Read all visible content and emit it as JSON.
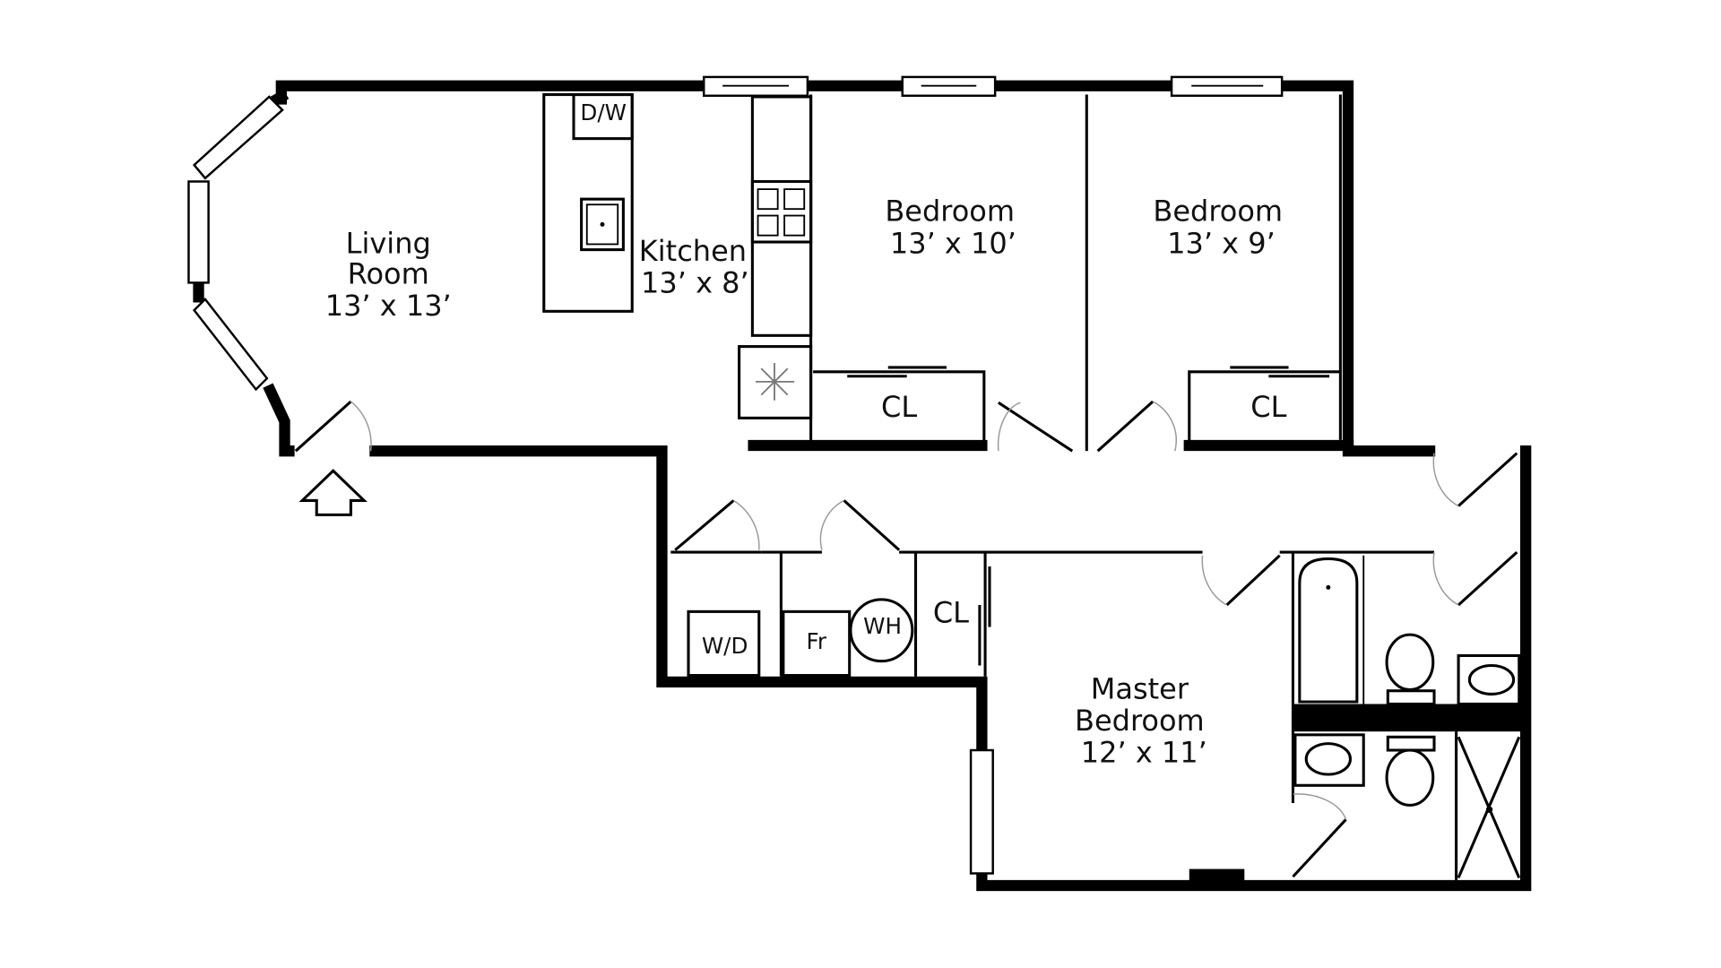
{
  "rooms": {
    "living": {
      "name1": "Living",
      "name2": "Room",
      "size": "13’ x 13’"
    },
    "kitchen": {
      "name": "Kitchen",
      "size": "13’ x 8’"
    },
    "bedroom1": {
      "name": "Bedroom",
      "size": "13’ x 10’"
    },
    "bedroom2": {
      "name": "Bedroom",
      "size": "13’ x 9’"
    },
    "master": {
      "name1": "Master",
      "name2": "Bedroom",
      "size": "12’ x 11’"
    }
  },
  "fixtures": {
    "dishwasher": "D/W",
    "closet1": "CL",
    "closet2": "CL",
    "closet3": "CL",
    "washer_dryer": "W/D",
    "fridge": "Fr",
    "water_heater": "WH"
  },
  "icons": [
    "entry-arrow-icon",
    "stove-icon",
    "sink-icon",
    "ac-snowflake-icon",
    "bathtub-icon",
    "toilet-icon",
    "shower-icon"
  ],
  "colors": {
    "wall": "#000000",
    "background": "#ffffff"
  }
}
